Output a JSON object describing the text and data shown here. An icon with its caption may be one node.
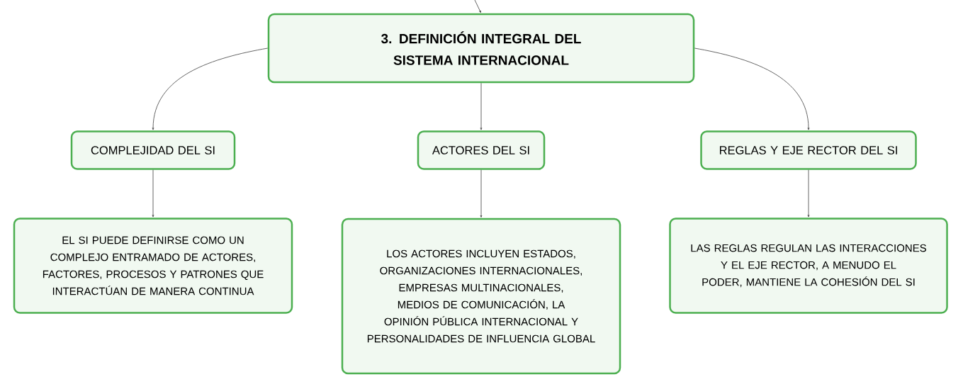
{
  "diagram": {
    "nodes": [
      {
        "text": [
          "3. DEFINICIÓN INTEGRAL DEL SISTEMA INTERNACIONAL"
        ]
      },
      {
        "text": [
          "COMPLEJIDAD DEL SI"
        ]
      },
      {
        "text": [
          "ACTORES DEL SI"
        ]
      },
      {
        "text": [
          "REGLAS Y EJE RECTOR DEL SI"
        ]
      },
      {
        "text": [
          "EL SI PUEDE DEFINIRSE COMO UN COMPLEJO ENTRAMADO DE ACTORES, FACTORES, PROCESOS Y PATRONES QUE INTERACTÚAN DE MANERA CONTINUA"
        ]
      },
      {
        "text": [
          "LOS ACTORES INCLUYEN ESTADOS, ORGANIZACIONES INTERNACIONALES, EMPRESAS MULTINACIONALES, MEDIOS DE COMUNICACIÓN, LA OPINIÓN PÚBLICA INTERNACIONAL Y PERSONALIDADES DE INFLUENCIA GLOBAL"
        ]
      },
      {
        "text": [
          "LAS REGLAS REGULAN LAS INTERACCIONES Y EL EJE RECTOR, A MENUDO EL PODER, MANTIENE LA COHESIÓN DEL SI"
        ]
      }
    ],
    "edges": [
      {
        "from": null,
        "to": 0,
        "arrow": "to"
      },
      {
        "from": 0,
        "to": 1,
        "arrow": "to"
      },
      {
        "from": 0,
        "to": 2,
        "arrow": "to"
      },
      {
        "from": 0,
        "to": 3,
        "arrow": "to"
      },
      {
        "from": 1,
        "to": 4,
        "arrow": "to"
      },
      {
        "from": 2,
        "to": 5,
        "arrow": "to"
      },
      {
        "from": 3,
        "to": 6,
        "arrow": "to"
      }
    ]
  }
}
